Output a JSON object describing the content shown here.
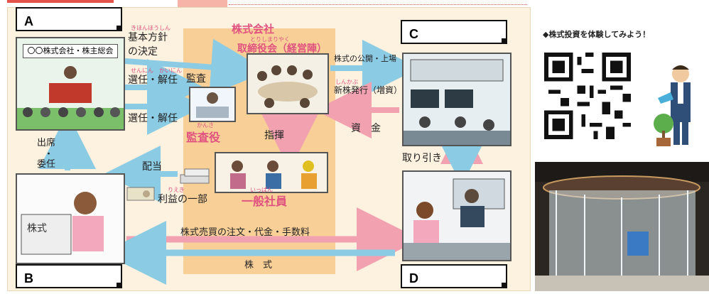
{
  "corners": {
    "a": "A",
    "b": "B",
    "c": "C",
    "d": "D"
  },
  "shareholders": {
    "sign": "〇〇株式会社・株主総会"
  },
  "company": {
    "title": "株式会社",
    "board": "取締役会（経営陣）",
    "auditor": "監査役",
    "employees": "一般社員",
    "direct": "指揮"
  },
  "flows": {
    "basic_policy_1": "基本方針",
    "basic_policy_2": "の決定",
    "elect1": "選任・解任",
    "elect2": "選任・解任",
    "audit": "監査",
    "ipo": "株式の公開・上場",
    "new_shares": "新株発行（増資）",
    "funds": "資　金",
    "trade": "取り引き",
    "attend1": "出席",
    "attend2": "・",
    "attend3": "委任",
    "dividend": "配当",
    "profit_part": "利益の一部",
    "order": "株式売買の注文・代金・手数料",
    "stock": "株　式"
  },
  "ruby": {
    "basic": "きほんほうしん",
    "board": "とりしまりやく",
    "auditor": "かんさ",
    "employees": "いっぱん",
    "profit": "りえき",
    "elect": "せんにん　かいにん",
    "new": "しんかぶ"
  },
  "qr_title": "◆株式投資を体験してみよう！",
  "icons": [
    "qr-code-icon",
    "businessman-watering-icon",
    "money-tree-icon",
    "stock-exchange-photo"
  ]
}
